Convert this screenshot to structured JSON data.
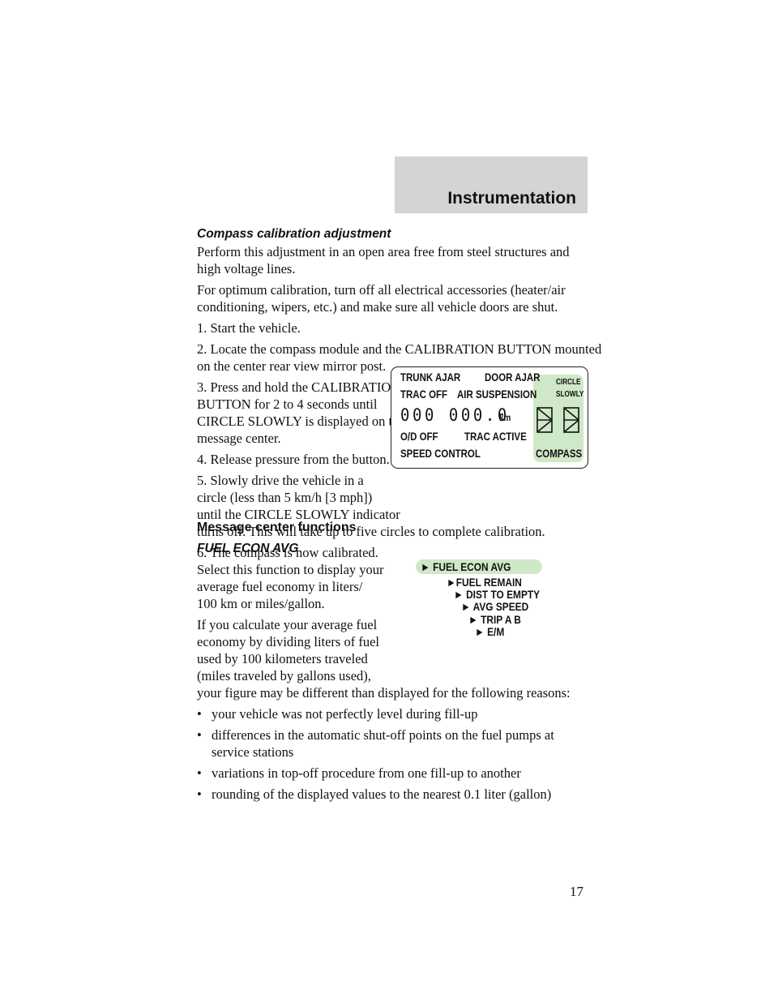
{
  "header": {
    "title": "Instrumentation"
  },
  "section1": {
    "heading": "Compass calibration adjustment",
    "para1": [
      "Perform this adjustment in an open area free from steel structures and",
      "high voltage lines."
    ],
    "para2": [
      "For optimum calibration, turn off all electrical accessories (heater/air",
      "conditioning, wipers, etc.) and make sure all vehicle doors are shut."
    ],
    "step1": "1. Start the vehicle.",
    "step2": [
      "2. Locate the compass module and the CALIBRATION BUTTON mounted",
      "on the center rear view mirror post."
    ],
    "step3": [
      "3. Press and hold the CALIBRATION",
      "BUTTON for 2 to 4 seconds until",
      "CIRCLE SLOWLY is displayed on the",
      "message center."
    ],
    "step4": "4. Release pressure from the button.",
    "step5": [
      "5. Slowly drive the vehicle in a",
      "circle (less than 5 km/h [3 mph])",
      "until the CIRCLE SLOWLY indicator",
      "turns off. This will take up to five circles to complete calibration."
    ],
    "step6": "6. The compass is now calibrated."
  },
  "display": {
    "trunk_ajar": "TRUNK AJAR",
    "door_ajar": "DOOR AJAR",
    "trac_off": "TRAC OFF",
    "air_suspension": "AIR SUSPENSION",
    "odometer": "000 000.0",
    "unit": "km",
    "od_off": "O/D OFF",
    "trac_active": "TRAC ACTIVE",
    "speed_control": "SPEED CONTROL",
    "circle": "CIRCLE",
    "slowly": "SLOWLY",
    "compass": "COMPASS",
    "highlight_color": "#cfe8c8"
  },
  "section2": {
    "heading": "Message center functions",
    "subheading": "FUEL ECON AVG",
    "para1": [
      "Select this function to display your",
      "average fuel economy in liters/",
      "100 km or miles/gallon."
    ],
    "para2": [
      "If you calculate your average fuel",
      "economy by dividing liters of fuel",
      "used by 100 kilometers traveled",
      "(miles traveled by gallons used),",
      "your figure may be different than displayed for the following reasons:"
    ],
    "bullets": [
      [
        "your vehicle was not perfectly level during fill-up"
      ],
      [
        "differences in the automatic shut-off points on the fuel pumps at",
        "service stations"
      ],
      [
        "variations in top-off procedure from one fill-up to another"
      ],
      [
        "rounding of the displayed values to the nearest 0.1 liter (gallon)"
      ]
    ]
  },
  "menu": {
    "arrow": "►",
    "items": [
      "FUEL ECON AVG",
      "FUEL REMAIN",
      "DIST TO EMPTY",
      "AVG SPEED",
      "TRIP A B",
      "E/M"
    ]
  },
  "page_number": "17"
}
